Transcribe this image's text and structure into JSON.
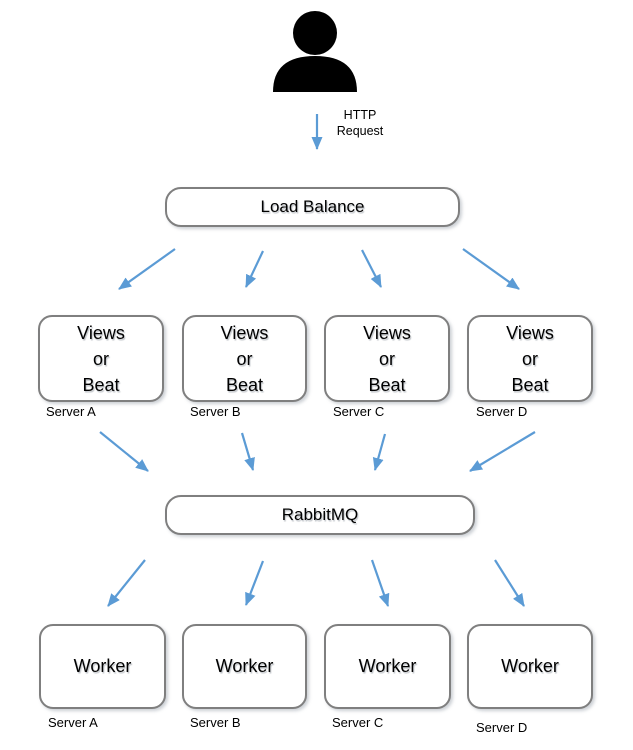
{
  "colors": {
    "arrow": "#5b9bd5",
    "box_border": "#7f7f7f",
    "text": "#000000",
    "background": "#ffffff",
    "icon": "#000000"
  },
  "actor": {
    "icon_name": "user-icon"
  },
  "request": {
    "line1": "HTTP",
    "line2": "Request"
  },
  "load_balancer": {
    "label": "Load Balance"
  },
  "views": [
    {
      "lines": [
        "Views",
        "or",
        "Beat"
      ],
      "server": "Server A"
    },
    {
      "lines": [
        "Views",
        "or",
        "Beat"
      ],
      "server": "Server B"
    },
    {
      "lines": [
        "Views",
        "or",
        "Beat"
      ],
      "server": "Server C"
    },
    {
      "lines": [
        "Views",
        "or",
        "Beat"
      ],
      "server": "Server D"
    }
  ],
  "queue": {
    "label": "RabbitMQ"
  },
  "workers": [
    {
      "label": "Worker",
      "server": "Server A"
    },
    {
      "label": "Worker",
      "server": "Server B"
    },
    {
      "label": "Worker",
      "server": "Server C"
    },
    {
      "label": "Worker",
      "server": "Server D"
    }
  ]
}
